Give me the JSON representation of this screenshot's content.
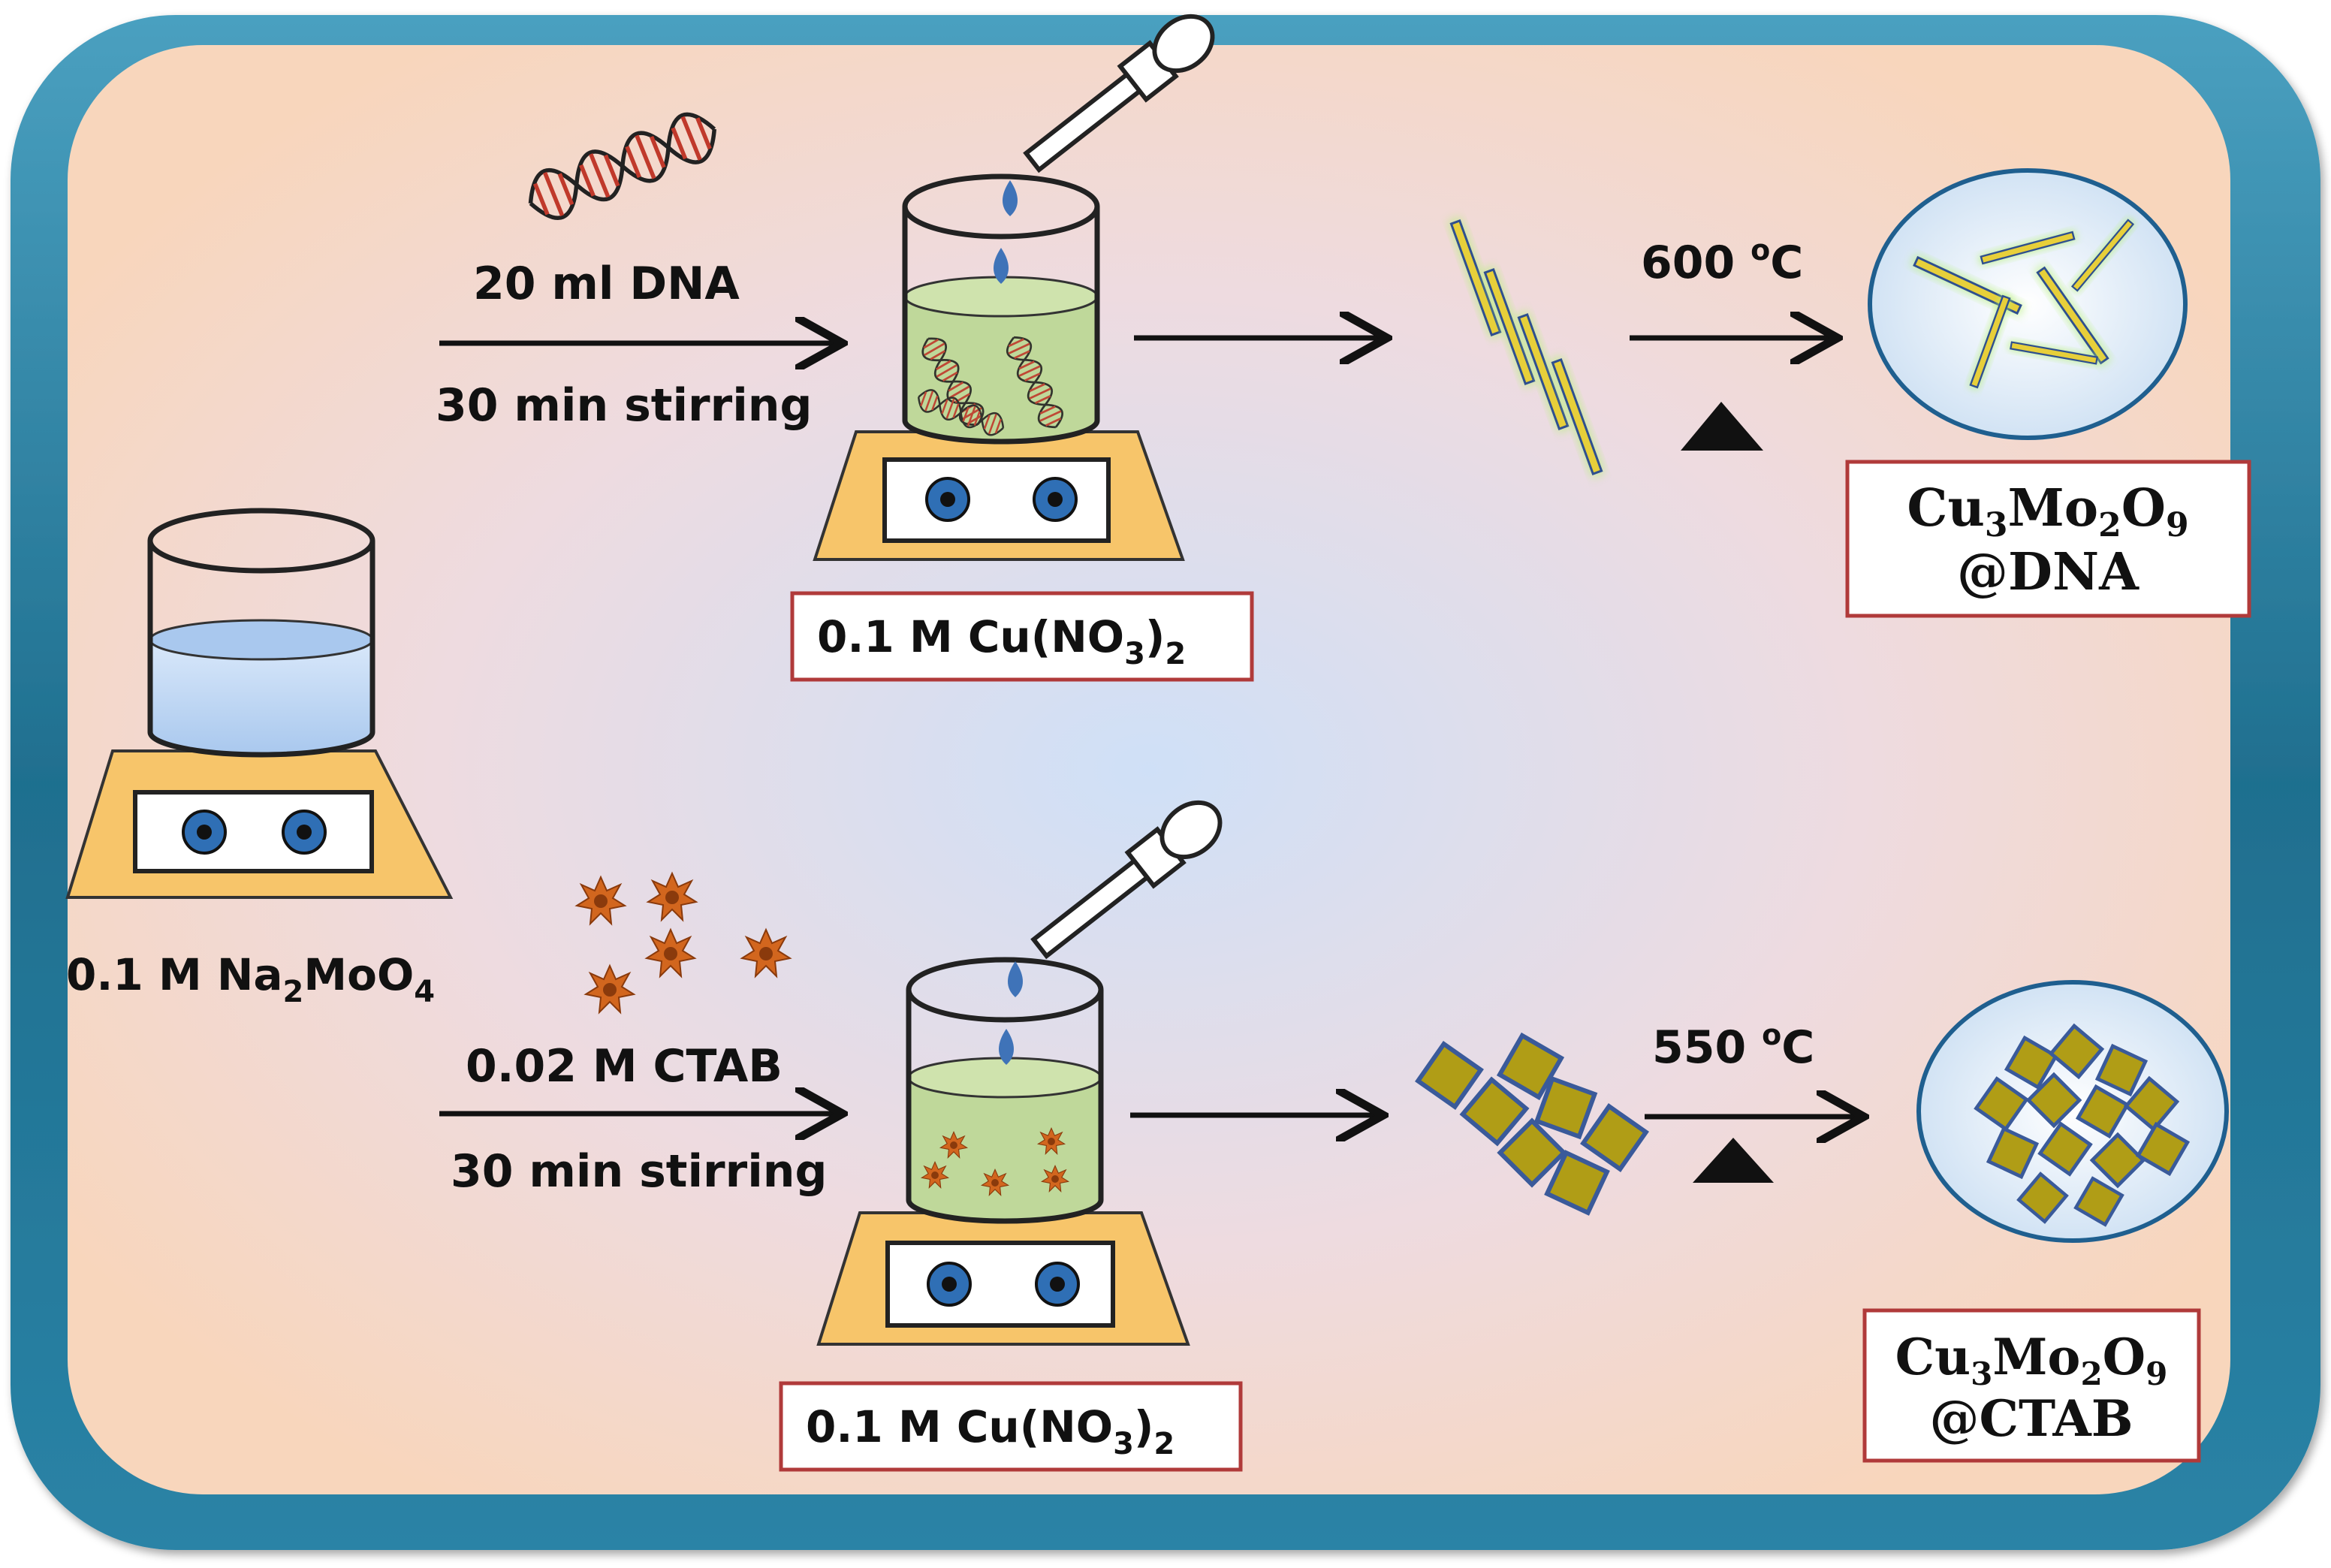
{
  "colors": {
    "frame_outer": "#1f6f8f",
    "frame_inner": "#f6d7c2",
    "center_glow": "#cfe0f7",
    "heater": "#f7c56a",
    "solution_green": "#bfd89a",
    "solution_blue": "#bcd6f4",
    "label_border": "#b03a3a",
    "rod_fill": "#e7cf3a",
    "rod_glow": "#b7f07a",
    "plate_fill": "#b09d16",
    "plate_edge": "#3a5a9a",
    "ctab_star": "#d2661e"
  },
  "left_beaker": {
    "label": {
      "pre": "0.1 M Na",
      "sub1": "2",
      "mid": "MoO",
      "sub2": "4"
    }
  },
  "top_row": {
    "additive_icon": "dna-helix-icon",
    "additive_label": "20 ml DNA",
    "stir_label": "30 min stirring",
    "beaker_label": {
      "pre": "0.1 M Cu(NO",
      "sub": "3",
      "post": ")",
      "sub2": "2"
    },
    "temperature": {
      "value": "600 ",
      "sup": "o",
      "unit": "C"
    },
    "heat_icon": "heat-triangle-icon",
    "product": {
      "line1_parts": [
        "Cu",
        "3",
        "Mo",
        "2",
        "O",
        "9"
      ],
      "line2": "@DNA"
    }
  },
  "bottom_row": {
    "additive_icon": "ctab-star-icon",
    "additive_label": "0.02 M CTAB",
    "stir_label": "30 min stirring",
    "beaker_label": {
      "pre": "0.1 M Cu(NO",
      "sub": "3",
      "post": ")",
      "sub2": "2"
    },
    "temperature": {
      "value": "550 ",
      "sup": "o",
      "unit": "C"
    },
    "heat_icon": "heat-triangle-icon",
    "product": {
      "line1_parts": [
        "Cu",
        "3",
        "Mo",
        "2",
        "O",
        "9"
      ],
      "line2": "@CTAB"
    }
  }
}
